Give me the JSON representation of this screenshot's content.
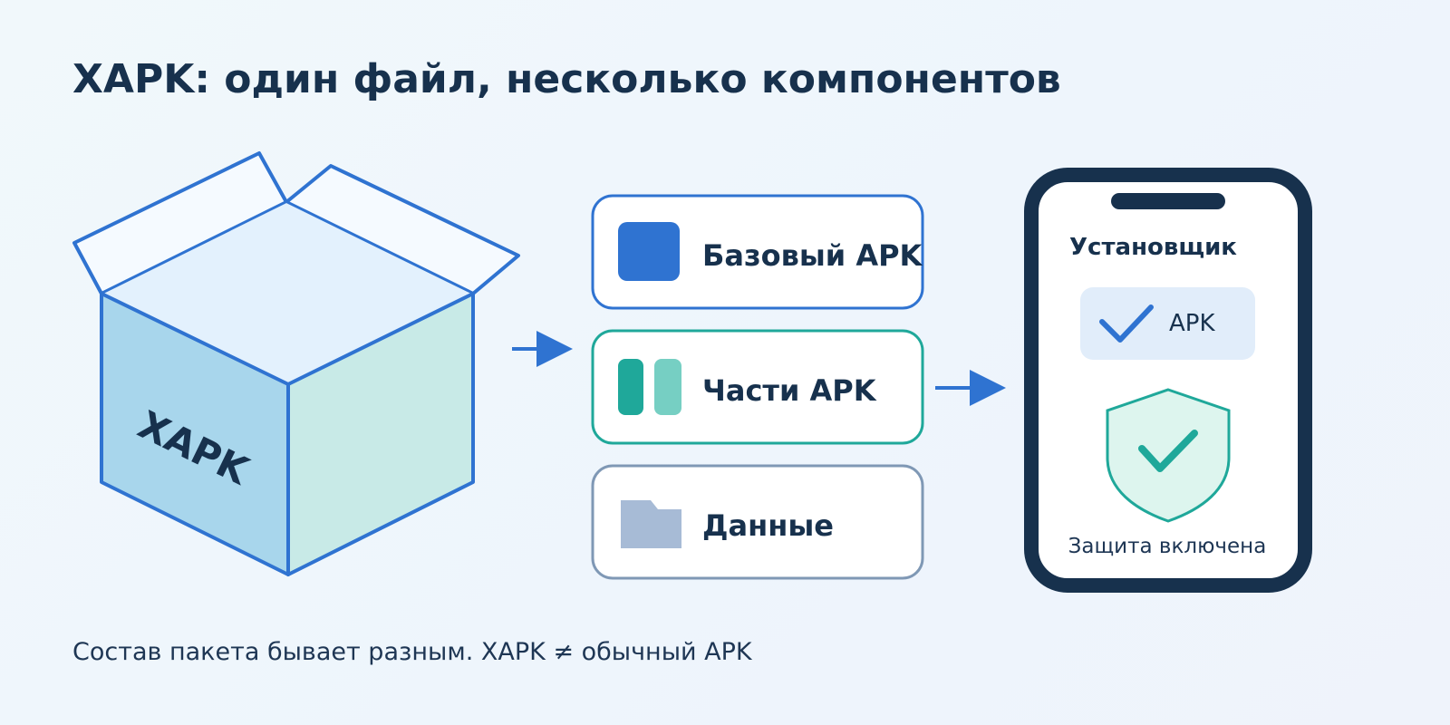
{
  "title": "XAPK: один файл, несколько компонентов",
  "box": {
    "label": "XAPK"
  },
  "components": {
    "base_apk": "Базовый APK",
    "split_apks": "Части APK",
    "data": "Данные"
  },
  "phone": {
    "installer_title": "Установщик",
    "apk_label": "APK",
    "protection_status": "Защита включена"
  },
  "caption": "Состав пакета бывает разным. XAPK ≠ обычный APK",
  "colors": {
    "primary_blue": "#2f73d1",
    "teal": "#1fa89a",
    "light_teal": "#76cfc3",
    "slate": "#7f98b5",
    "navy": "#17314d"
  }
}
